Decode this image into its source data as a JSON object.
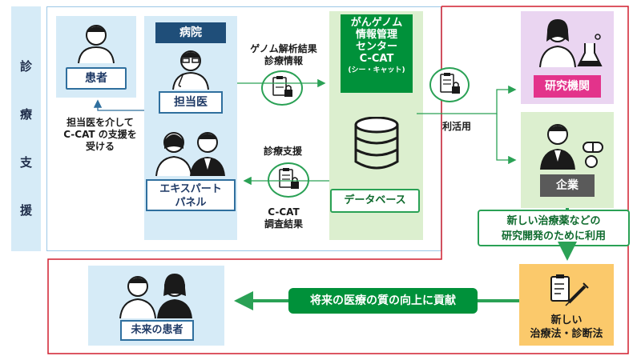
{
  "side_label": [
    "診",
    "療",
    "支",
    "援"
  ],
  "patient": "患者",
  "hospital": "病院",
  "doctor": "担当医",
  "expert_panel": [
    "エキスパート",
    "パネル"
  ],
  "patient_support_text": [
    "担当医を介して",
    "C-CAT の支援を",
    "受ける"
  ],
  "genome_results": [
    "ゲノム解析結果",
    "診療情報"
  ],
  "clinical_support": "診療支援",
  "ccat_results": [
    "C-CAT",
    "調査結果"
  ],
  "ccat_title": [
    "がんゲノム",
    "情報管理",
    "センター",
    "C-CAT",
    "(シー・キャット)"
  ],
  "database": "データベース",
  "utilization": "利活用",
  "research": "研究機関",
  "company": "企業",
  "purpose": [
    "新しい治療薬などの",
    "研究開発のために利用"
  ],
  "new_methods": [
    "新しい",
    "治療法・診断法"
  ],
  "contribution": "将来の医療の質の向上に貢献",
  "future_patients": "未来の患者",
  "colors": {
    "navy": "#1f4e79",
    "green": "#00913a",
    "pink": "#e3338b",
    "red": "#d11f2f",
    "light_blue": "#d6ebf7",
    "light_green": "#dcefcf",
    "lavender": "#ead5f1",
    "light_orange": "#fbc96b"
  }
}
